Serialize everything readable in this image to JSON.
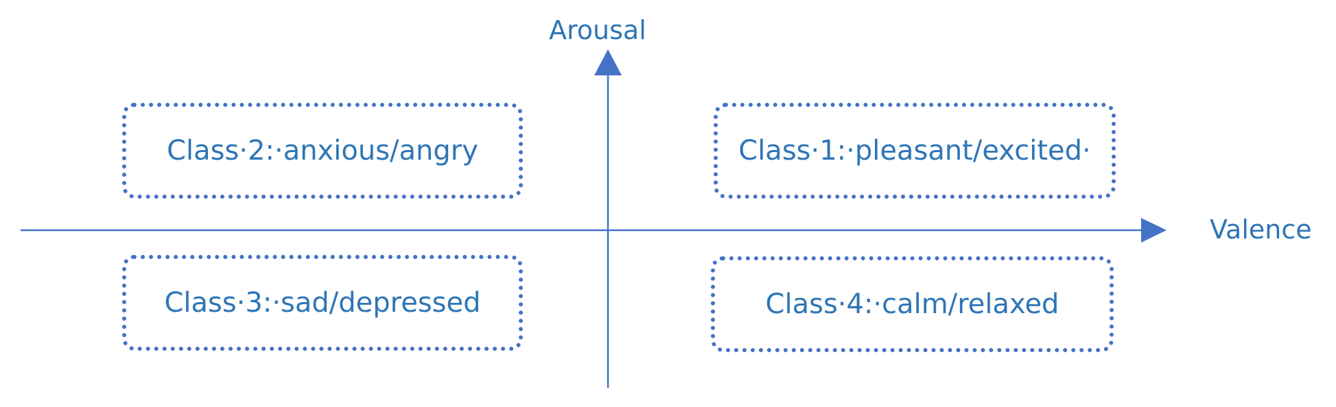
{
  "colors": {
    "axis": "#4472c4",
    "label_text": "#2e75b6",
    "box_border": "#4472c4"
  },
  "axes": {
    "y_label": "Arousal",
    "x_label": "Valence"
  },
  "classes": [
    {
      "label": "Class·2:·anxious/angry"
    },
    {
      "label": "Class·1:·pleasant/excited·"
    },
    {
      "label": "Class·3:·sad/depressed"
    },
    {
      "label": "Class·4:·calm/relaxed"
    }
  ]
}
